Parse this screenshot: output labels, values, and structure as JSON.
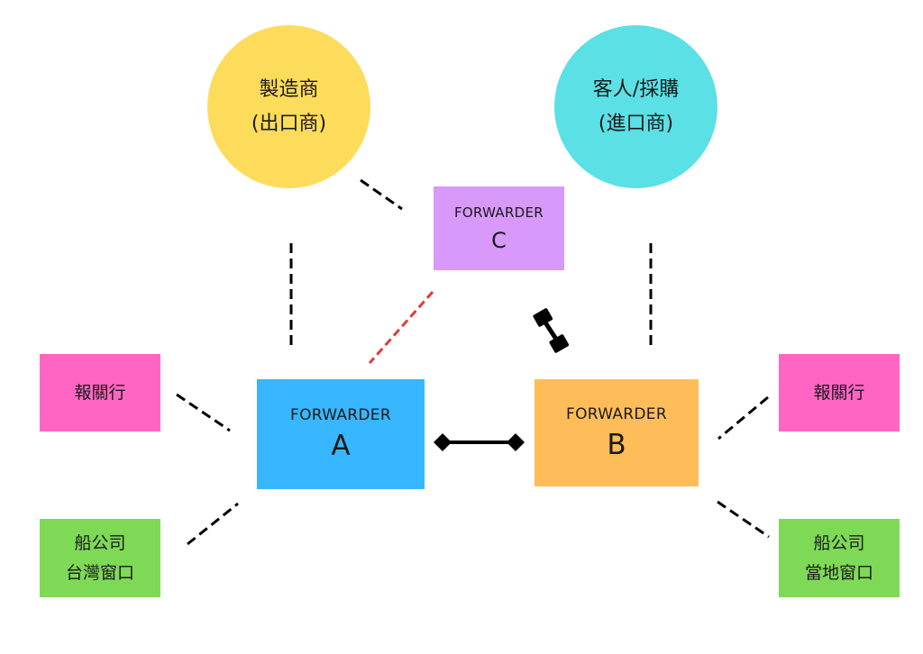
{
  "colors": {
    "manufacturer": "#fddc5c",
    "customer": "#5ae0e5",
    "forwarder_c": "#d899fb",
    "forwarder_a": "#38b6ff",
    "forwarder_b": "#ffbd59",
    "customs_broker": "#ff66c4",
    "shipping_line": "#7ed957",
    "dashed_line": "#000000",
    "red_dashed_line": "#e23a3a"
  },
  "manufacturer": {
    "line1": "製造商",
    "line2": "(出口商)"
  },
  "customer": {
    "line1": "客人/採購",
    "line2": "(進口商)"
  },
  "forwarder_c": {
    "title": "FORWARDER",
    "letter": "C"
  },
  "forwarder_a": {
    "title": "FORWARDER",
    "letter": "A"
  },
  "forwarder_b": {
    "title": "FORWARDER",
    "letter": "B"
  },
  "broker_left": {
    "label": "報關行"
  },
  "broker_right": {
    "label": "報關行"
  },
  "shipping_left": {
    "line1": "船公司",
    "line2": "台灣窗口"
  },
  "shipping_right": {
    "line1": "船公司",
    "line2": "當地窗口"
  },
  "icons": {
    "link_horizontal": "double-diamond-link-icon",
    "link_diagonal": "broken-link-icon"
  }
}
